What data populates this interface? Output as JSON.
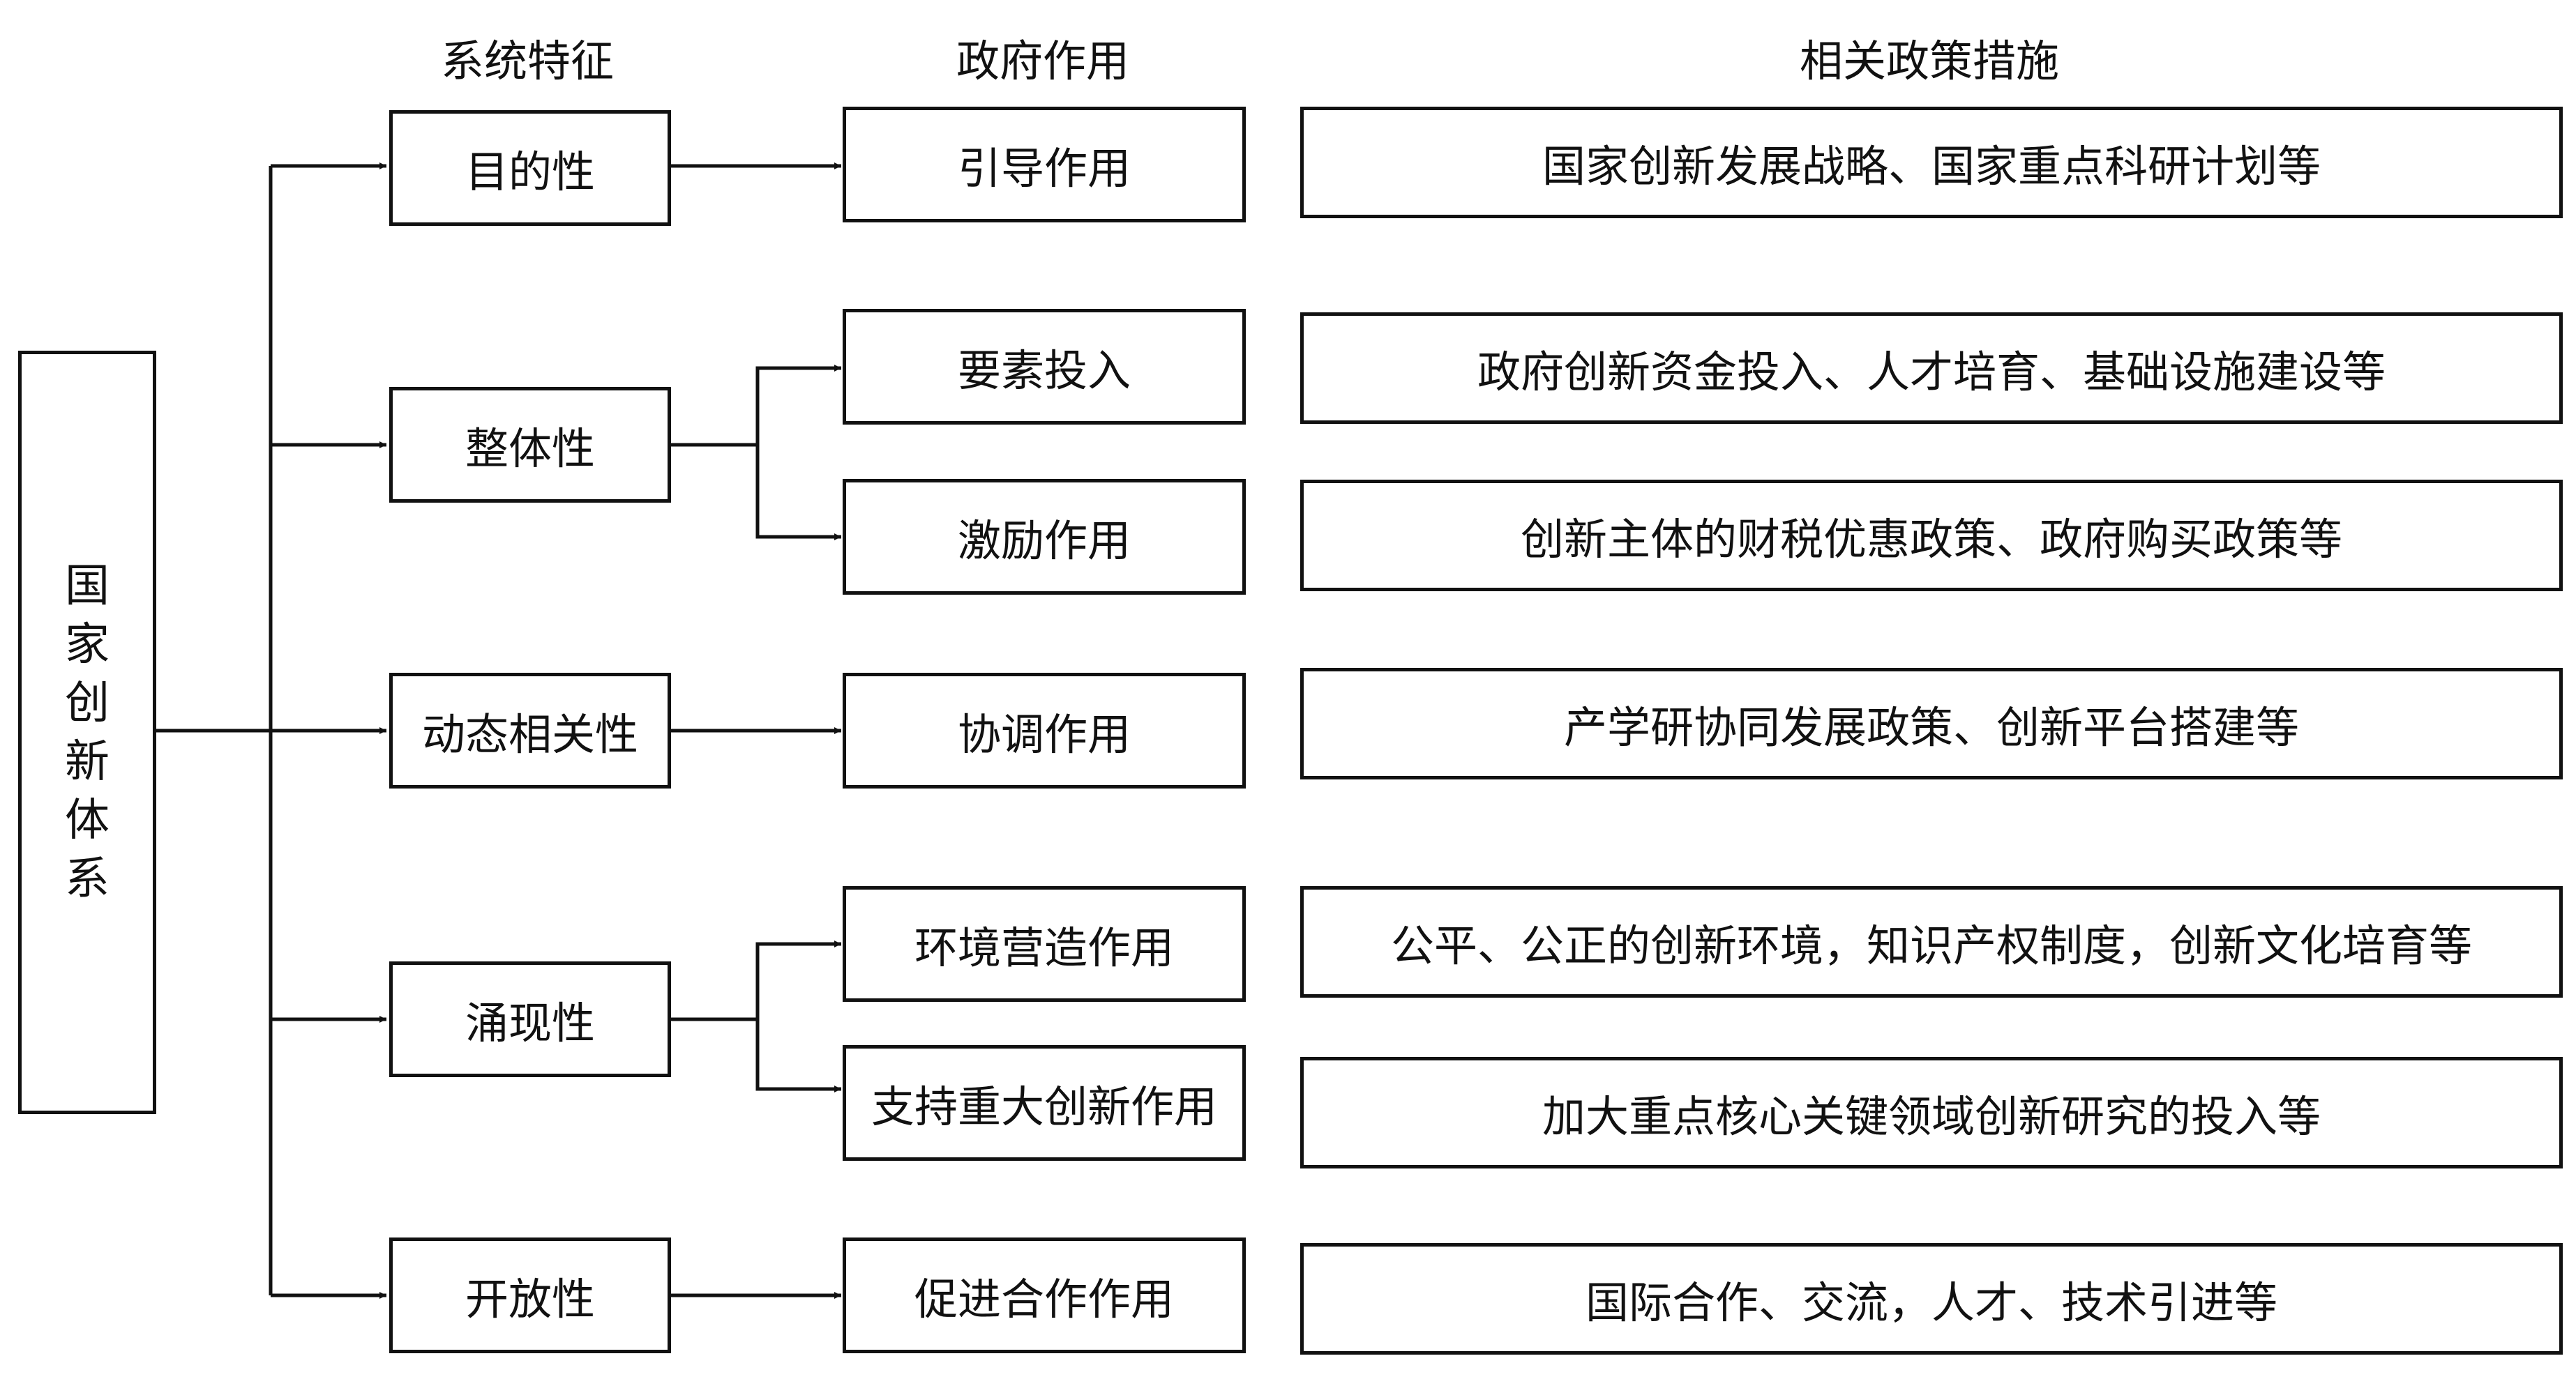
{
  "headers": {
    "features": "系统特征",
    "roles": "政府作用",
    "policies": "相关政策措施"
  },
  "root": {
    "chars": [
      "国",
      "家",
      "创",
      "新",
      "体",
      "系"
    ]
  },
  "features": [
    {
      "label": "目的性"
    },
    {
      "label": "整体性"
    },
    {
      "label": "动态相关性"
    },
    {
      "label": "涌现性"
    },
    {
      "label": "开放性"
    }
  ],
  "roles": [
    {
      "label": "引导作用",
      "policy": "国家创新发展战略、国家重点科研计划等"
    },
    {
      "label": "要素投入",
      "policy": "政府创新资金投入、人才培育、基础设施建设等"
    },
    {
      "label": "激励作用",
      "policy": "创新主体的财税优惠政策、政府购买政策等"
    },
    {
      "label": "协调作用",
      "policy": "产学研协同发展政策、创新平台搭建等"
    },
    {
      "label": "环境营造作用",
      "policy": "公平、公正的创新环境，知识产权制度，创新文化培育等"
    },
    {
      "label": "支持重大创新作用",
      "policy": "加大重点核心关键领域创新研究的投入等"
    },
    {
      "label": "促进合作作用",
      "policy": "国际合作、交流，人才、技术引进等"
    }
  ]
}
